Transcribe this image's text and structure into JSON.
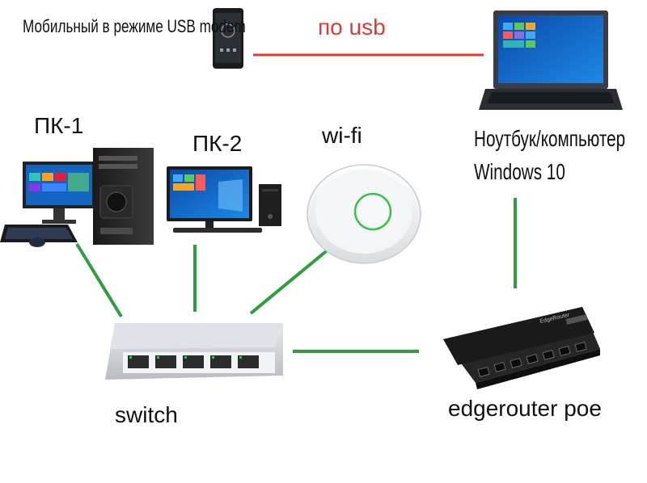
{
  "labels": {
    "phone": "Мобильный в режиме USB modem",
    "usb_link": "по usb",
    "pc1": "ПК-1",
    "pc2": "ПК-2",
    "wifi": "wi-fi",
    "laptop_line1": "Ноутбук/компьютер",
    "laptop_line2": "Windows 10",
    "switch": "switch",
    "router": "edgerouter poe",
    "router_brand": "EdgeRouter"
  },
  "colors": {
    "usb_link": "#e53935",
    "lan_link": "#2e9e3e",
    "usb_text": "#e53935"
  },
  "icons": [
    "smartphone-icon",
    "laptop-icon",
    "desktop-pc-icon",
    "wifi-access-point-icon",
    "network-switch-icon",
    "router-icon"
  ]
}
